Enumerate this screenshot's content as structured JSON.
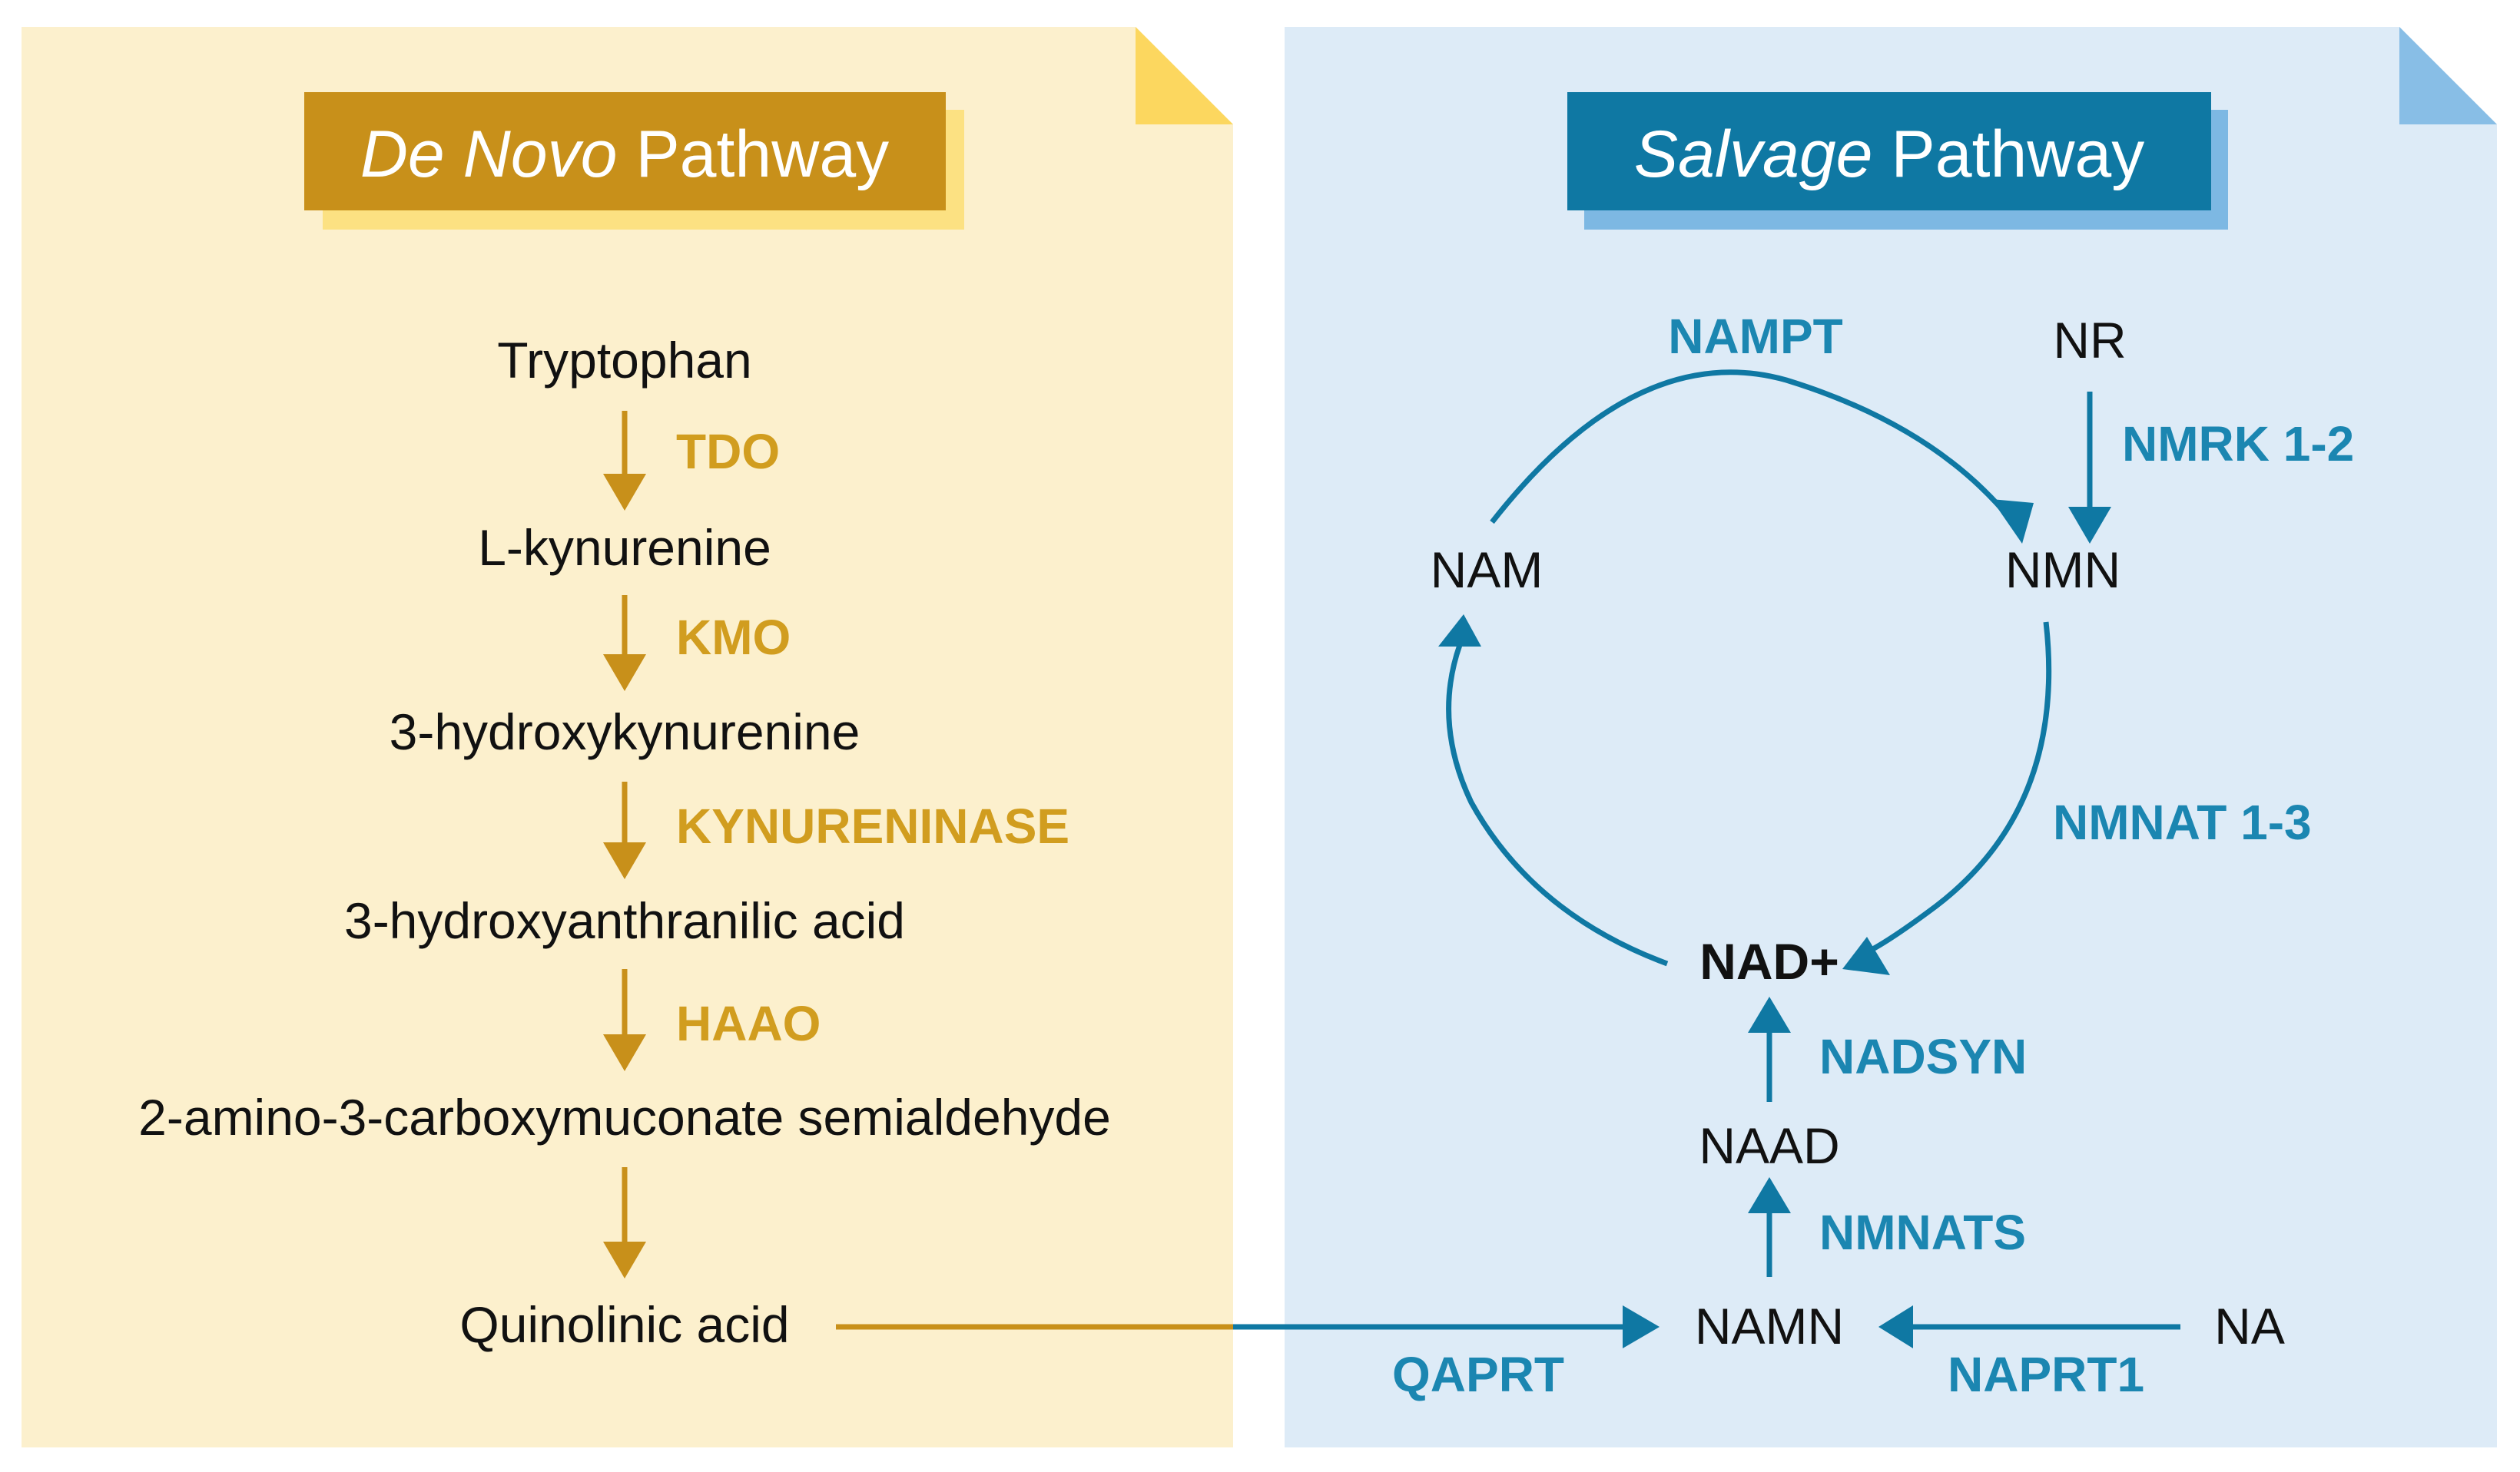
{
  "colors": {
    "denovo_panel": "#FCF0CD",
    "denovo_fold": "#FCD75F",
    "denovo_accent": "#C8901A",
    "denovo_shadow": "#FCE182",
    "salvage_panel": "#DDEBF7",
    "salvage_fold": "#88BEE6",
    "salvage_accent": "#0F78A3",
    "salvage_shadow": "#7DB8E3",
    "arrow_gold": "#C8901A",
    "arrow_blue": "#0F78A3"
  },
  "denovo": {
    "title_italic": "De Novo",
    "title_rest": " Pathway",
    "metabolites": {
      "tryptophan": "Tryptophan",
      "l_kynurenine": "L-kynurenine",
      "hydroxykynurenine": "3-hydroxykynurenine",
      "hydroxyanthranilic": "3-hydroxyanthranilic acid",
      "acms": "2-amino-3-carboxymuconate semialdehyde",
      "quinolinic": "Quinolinic acid"
    },
    "enzymes": {
      "tdo": "TDO",
      "kmo": "KMO",
      "kynureninase": "KYNURENINASE",
      "haao": "HAAO"
    }
  },
  "salvage": {
    "title_italic": "Salvage",
    "title_rest": " Pathway",
    "metabolites": {
      "nr": "NR",
      "nam": "NAM",
      "nmn": "NMN",
      "nad": "NAD+",
      "naad": "NAAD",
      "namn": "NAMN",
      "na": "NA"
    },
    "enzymes": {
      "nampt": "NAMPT",
      "nmrk": "NMRK 1-2",
      "nmnat": "NMNAT 1-3",
      "nadsyn": "NADSYN",
      "nmnats": "NMNATS",
      "qaprt": "QAPRT",
      "naprt1": "NAPRT1"
    }
  }
}
